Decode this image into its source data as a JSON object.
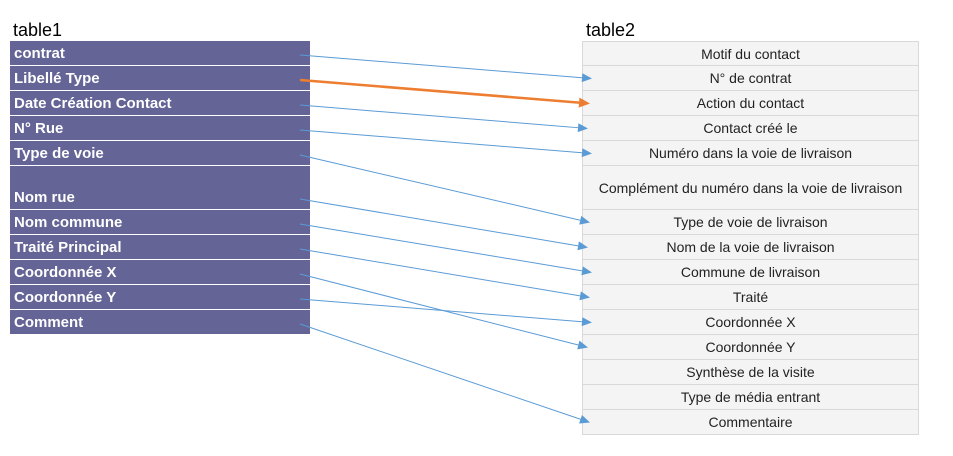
{
  "table1": {
    "title": "table1",
    "rows": [
      "contrat",
      "Libellé Type",
      "Date Création Contact",
      "N° Rue",
      "Type de voie",
      "Nom rue",
      "Nom commune",
      "Traité Principal",
      "Coordonnée X",
      "Coordonnée Y",
      "Comment"
    ]
  },
  "table2": {
    "title": "table2",
    "rows": [
      "Motif du contact",
      "N° de contrat",
      "Action du contact",
      "Contact créé le",
      "Numéro dans la voie de livraison",
      "Complément du numéro dans la voie de livraison",
      "Type de voie de livraison",
      "Nom de la voie de livraison",
      "Commune de livraison",
      "Traité",
      "Coordonnée X",
      "Coordonnée Y",
      "Synthèse de la visite",
      "Type de média entrant",
      "Commentaire"
    ]
  },
  "links": [
    {
      "from": 0,
      "to": 1,
      "color": "#5b9bd5",
      "highlight": false
    },
    {
      "from": 1,
      "to": 2,
      "color": "#ed7d31",
      "highlight": true
    },
    {
      "from": 2,
      "to": 3,
      "color": "#5b9bd5",
      "highlight": false
    },
    {
      "from": 3,
      "to": 4,
      "color": "#5b9bd5",
      "highlight": false
    },
    {
      "from": 4,
      "to": 6,
      "color": "#5b9bd5",
      "highlight": false
    },
    {
      "from": 5,
      "to": 7,
      "color": "#5b9bd5",
      "highlight": false
    },
    {
      "from": 6,
      "to": 8,
      "color": "#5b9bd5",
      "highlight": false
    },
    {
      "from": 7,
      "to": 9,
      "color": "#5b9bd5",
      "highlight": false
    },
    {
      "from": 8,
      "to": 11,
      "color": "#5b9bd5",
      "highlight": false
    },
    {
      "from": 9,
      "to": 10,
      "color": "#5b9bd5",
      "highlight": false
    },
    {
      "from": 10,
      "to": 14,
      "color": "#5b9bd5",
      "highlight": false
    }
  ],
  "colors": {
    "table1_fill": "#646496",
    "table1_text": "#ffffff",
    "table2_fill": "#f4f4f4",
    "table2_border": "#d9d9d9",
    "arrow_default": "#5b9bd5",
    "arrow_highlight": "#ed7d31"
  }
}
